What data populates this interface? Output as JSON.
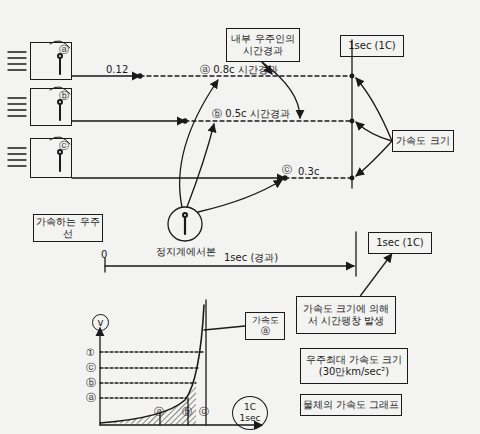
{
  "diagram": {
    "nodes": [
      {
        "text": [
          "내부 우주인의 시간경과"
        ]
      },
      {
        "text": [
          "1sec (1C)"
        ]
      },
      {
        "text": [
          "ⓐ"
        ]
      },
      {
        "text": [
          "ⓑ"
        ]
      },
      {
        "text": [
          "ⓒ"
        ]
      },
      {
        "text": [
          "가속하는 우주선"
        ]
      },
      {
        "text": [
          "가속도 크기"
        ]
      },
      {
        "text": [
          "1sec (1C)"
        ]
      },
      {
        "text": [
          "가속도 크기에 의해서 시간팽창 발생"
        ]
      },
      {
        "text": [
          "우주최대 가속도 크기 (30만km/sec²)"
        ]
      },
      {
        "text": [
          "물체의 가속도 그래프"
        ]
      },
      {
        "text": [
          "가속도 ⓐ"
        ]
      },
      {
        "text": [
          "1C",
          "1sec"
        ]
      },
      {
        "text": [
          "v"
        ]
      }
    ],
    "edges": [
      {
        "from": 8,
        "to": 7,
        "arrow": "to"
      }
    ],
    "labels": [
      "0.12",
      "ⓐ 0.8c 시간경과",
      "ⓑ 0.5c 시간경과",
      "ⓒ",
      "0.3c",
      "정지계에서본",
      "1sec (경과)",
      "0",
      "①",
      "ⓒ",
      "ⓑ",
      "ⓐ",
      "ⓐ",
      "ⓑ",
      "ⓒ"
    ]
  }
}
